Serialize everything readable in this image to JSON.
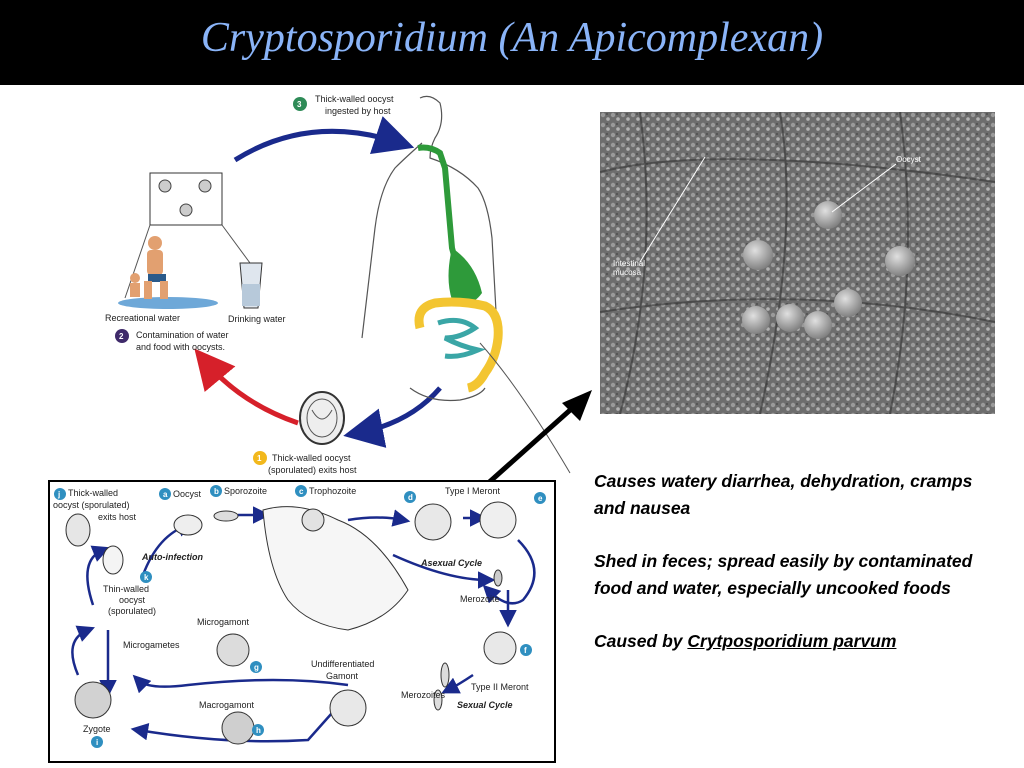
{
  "slide": {
    "title": "Cryptosporidium (An Apicomplexan)"
  },
  "top_cycle": {
    "step3": {
      "num": "3",
      "line1": "Thick-walled oocyst",
      "line2": "ingested by host"
    },
    "step2": {
      "num": "2",
      "line1": "Contamination of water",
      "line2": "and food with oocysts."
    },
    "step1": {
      "num": "1",
      "line1": "Thick-walled oocyst",
      "line2": "(sporulated) exits host"
    },
    "recreational": "Recreational water",
    "drinking": "Drinking water"
  },
  "micrograph": {
    "oocyst_label": "Oocyst",
    "mucosa_label1": "Intestinal",
    "mucosa_label2": "mucosa"
  },
  "life_cycle": {
    "j": {
      "badge": "j",
      "l1": "Thick-walled",
      "l2": "oocyst (sporulated)",
      "l3": "exits host"
    },
    "a": {
      "badge": "a",
      "l1": "Oocyst"
    },
    "b": {
      "badge": "b",
      "l1": "Sporozoite"
    },
    "c": {
      "badge": "c",
      "l1": "Trophozoite"
    },
    "d": {
      "badge": "d",
      "l1": "Type I Meront"
    },
    "e": {
      "badge": "e"
    },
    "k": {
      "badge": "k",
      "l1": "Thin-walled",
      "l2": "oocyst",
      "l3": "(sporulated)"
    },
    "auto": "Auto-infection",
    "asexual": "Asexual Cycle",
    "merozoite": "Merozoite",
    "f": {
      "badge": "f",
      "l1": "Type II Meront"
    },
    "microgametes": "Microgametes",
    "g": {
      "badge": "g",
      "l1": "Microgamont"
    },
    "undiff1": "Undifferentiated",
    "undiff2": "Gamont",
    "merozoites": "Merozoites",
    "sexual": "Sexual Cycle",
    "h": {
      "badge": "h",
      "l1": "Macrogamont"
    },
    "i": {
      "badge": "i",
      "l1": "Zygote"
    }
  },
  "notes": {
    "line1": "Causes watery diarrhea, dehydration, cramps and nausea",
    "line2": "Shed in feces; spread easily by contaminated food and water, especially uncooked foods",
    "line3_prefix": "Caused by ",
    "line3_species": "Crytposporidium parvum"
  },
  "colors": {
    "title": "#8ab4f8",
    "arrow_blue": "#1a2a8c",
    "arrow_red": "#d6202a",
    "gut_green": "#2e9a3a",
    "gut_yellow": "#f3c531",
    "badge_green": "#2e8b57",
    "badge_purple": "#3f2a6a",
    "badge_yellow": "#f2b81c",
    "badge_teal": "#2f8fc0"
  }
}
